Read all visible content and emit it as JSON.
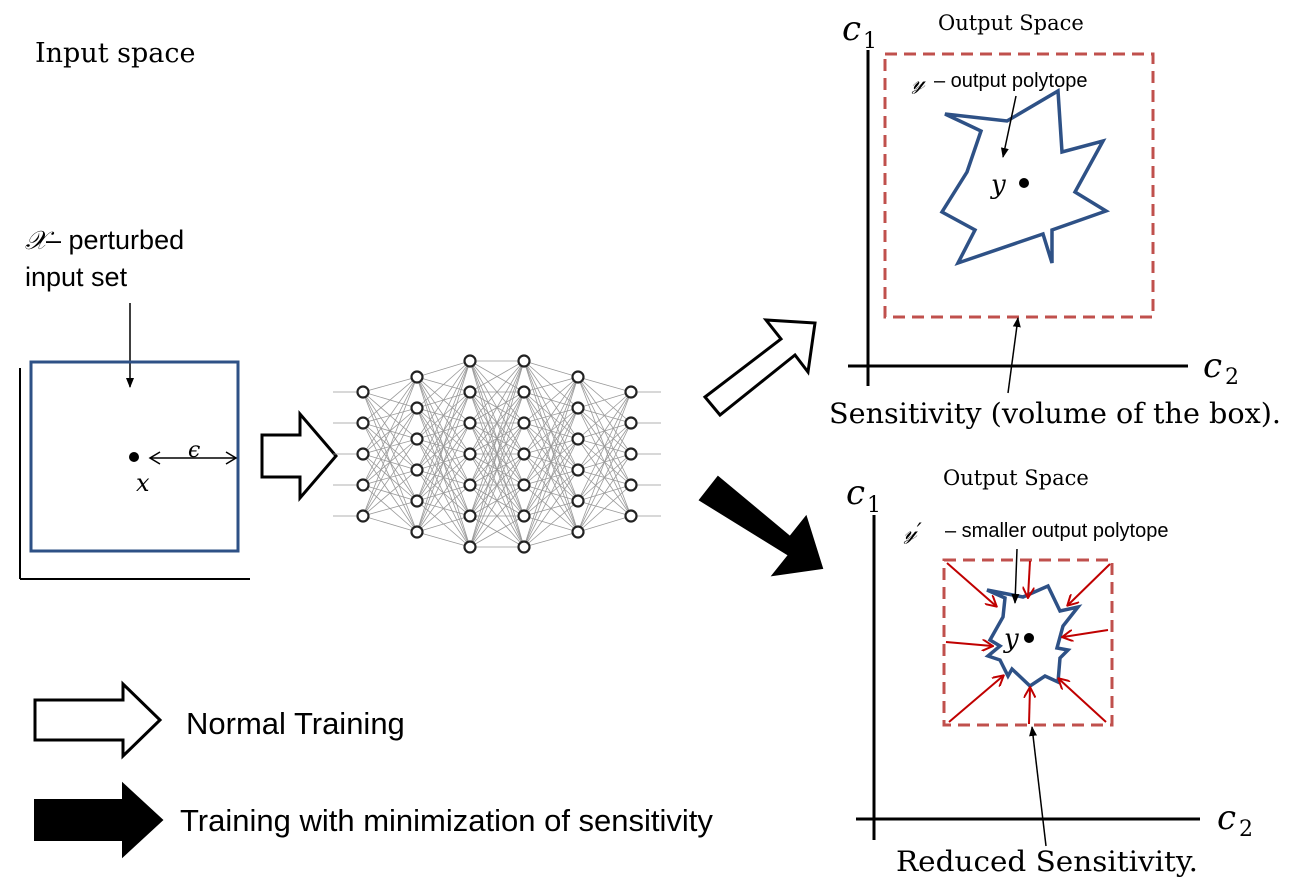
{
  "input": {
    "title": "Input space",
    "set_symbol": "𝒳",
    "set_label_line1": " – perturbed",
    "set_label_line2": "input set",
    "point": "x",
    "epsilon": "ϵ"
  },
  "output_top": {
    "title": "Output Space",
    "axis_y": "c",
    "axis_y_sub": "1",
    "axis_x": "c",
    "axis_x_sub": "2",
    "poly_symbol": "𝓎",
    "poly_label": " – output polytope",
    "point": "y",
    "caption": "Sensitivity (volume of the box)."
  },
  "output_bottom": {
    "title": "Output Space",
    "axis_y": "c",
    "axis_y_sub": "1",
    "axis_x": "c",
    "axis_x_sub": "2",
    "poly_symbol": "𝓎′",
    "poly_label": " – smaller output polytope",
    "point": "y",
    "caption": "Reduced Sensitivity."
  },
  "legend": {
    "normal": "Normal Training",
    "minimized": "Training with minimization of sensitivity"
  },
  "colors": {
    "input_box": "#2e5186",
    "polytope": "#2e5186",
    "sensitivity_box": "#c0504d",
    "shrink_arrows": "#c00000",
    "network": "#999999",
    "black": "#000000"
  }
}
